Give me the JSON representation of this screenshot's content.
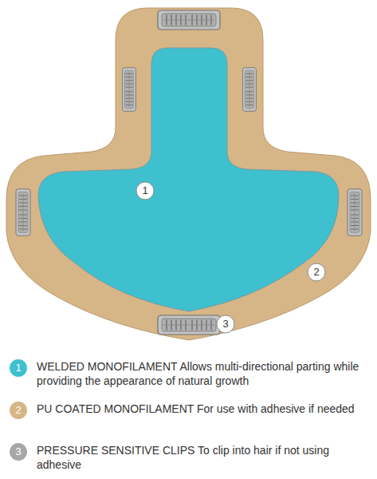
{
  "diagram": {
    "labels": [
      "1",
      "2",
      "3",
      "1",
      "2",
      "3"
    ],
    "legend": [
      {
        "text": "WELDED MONOFILAMENT Allows multi-directional parting while providing the appearance of natural growth",
        "color": "#3ec0cf"
      },
      {
        "text": "PU COATED MONOFILAMENT For use with adhesive if needed",
        "color": "#d6b687"
      },
      {
        "text": "PRESSURE SENSITIVE CLIPS To clip into hair if not using adhesive",
        "color": "#a7a7a7"
      }
    ]
  }
}
